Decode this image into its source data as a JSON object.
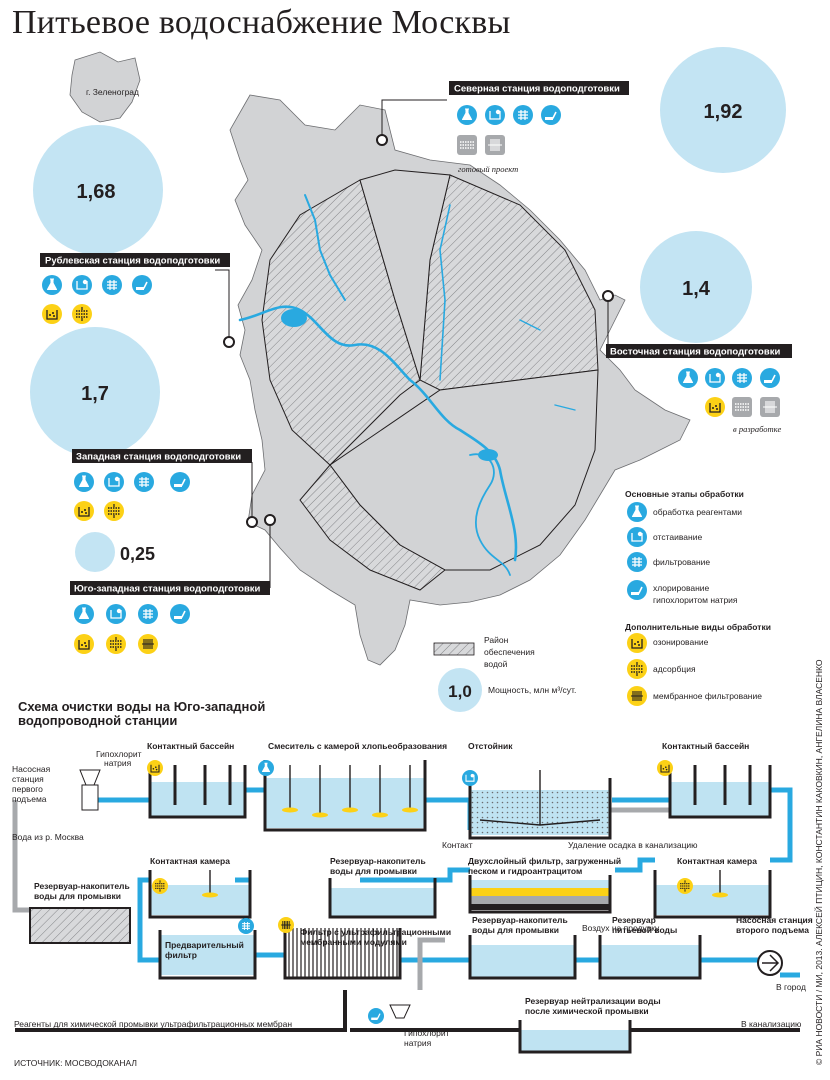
{
  "title": "Питьевое водоснабжение Москвы",
  "zelenograd_label": "г. Зеленоград",
  "stations": [
    {
      "name": "Северная станция водоподготовки",
      "capacity": "1,92",
      "note": "готовый проект"
    },
    {
      "name": "Рублевская станция водоподготовки",
      "capacity": "1,68"
    },
    {
      "name": "Восточная станция водоподготовки",
      "capacity": "1,4",
      "note": "в разработке"
    },
    {
      "name": "Западная станция водоподготовки",
      "capacity": "1,7"
    },
    {
      "name": "Юго-западная станция водоподготовки",
      "capacity": "0,25"
    }
  ],
  "legend": {
    "main_title": "Основные этапы обработки",
    "main_items": [
      "обработка реагентами",
      "отстаивание",
      "фильтрование",
      "хлорирование",
      "гипохлоритом натрия"
    ],
    "extra_title": "Дополнительные виды обработки",
    "extra_items": [
      "озонирование",
      "адсорбция",
      "мембранное фильтрование"
    ],
    "district_lines": [
      "Район",
      "обеспечения",
      "водой"
    ],
    "capacity_sample": "1,0",
    "capacity_text": "Мощность, млн м³/сут."
  },
  "schema": {
    "title_lines": [
      "Схема очистки воды на Юго-западной",
      "водопроводной станции"
    ],
    "pump1_lines": [
      "Насосная",
      "станция",
      "первого",
      "подъема"
    ],
    "hypo1_lines": [
      "Гипохлорит",
      "натрия"
    ],
    "contact_pool": "Контактный бассейн",
    "mixer": "Смеситель с камерой хлопьеобразования",
    "settler": "Отстойник",
    "contact_pool2": "Контактный бассейн",
    "river_water": "Вода из р. Москва",
    "contact_label": "Контакт",
    "sludge": "Удаление осадка в канализацию",
    "contact_chamber": "Контактная камера",
    "wash_reservoir": [
      "Резервуар-накопитель",
      "воды для промывки"
    ],
    "two_layer_filter": [
      "Двухслойный фильтр, загруженный",
      "песком и гидроантрацитом"
    ],
    "contact_chamber2": "Контактная камера",
    "wash_reservoir_left": [
      "Резервуар-накопитель",
      "воды для промывки"
    ],
    "air_blow": "Воздух на продувку",
    "prefilter": [
      "Предварительный",
      "фильтр"
    ],
    "uf_filter": [
      "Фильтр с ультрафильтрационными",
      "мембранными модулями"
    ],
    "wash_reservoir3": [
      "Резервуар-накопитель",
      "воды для промывки"
    ],
    "drinking_reservoir": [
      "Резервуар",
      "питьевой воды"
    ],
    "pump2_lines": [
      "Насосная станция",
      "второго подъема"
    ],
    "to_city": "В город",
    "neutral_reservoir": [
      "Резервуар нейтрализации воды",
      "после химической промывки"
    ],
    "hypo2_lines": [
      "Гипохлорит",
      "натрия"
    ],
    "reagents": "Реагенты для химической промывки ультрафильтрационных мембран",
    "to_sewer": "В канализацию",
    "source": "ИСТОЧНИК: МОСВОДОКАНАЛ",
    "credits": "© РИА НОВОСТИ / МИ, 2013. АЛЕКСЕЙ ПТИЦИН, КОНСТАНТИН КАКОВКИН, АНГЕЛИНА ВЛАСЕНКО"
  },
  "colors": {
    "blue": "#29a9e0",
    "light_blue": "#bfe3f2",
    "circle": "#c3e4f3",
    "yellow": "#fcd116",
    "map_gray": "#d2d3d5",
    "dark": "#231f20"
  }
}
